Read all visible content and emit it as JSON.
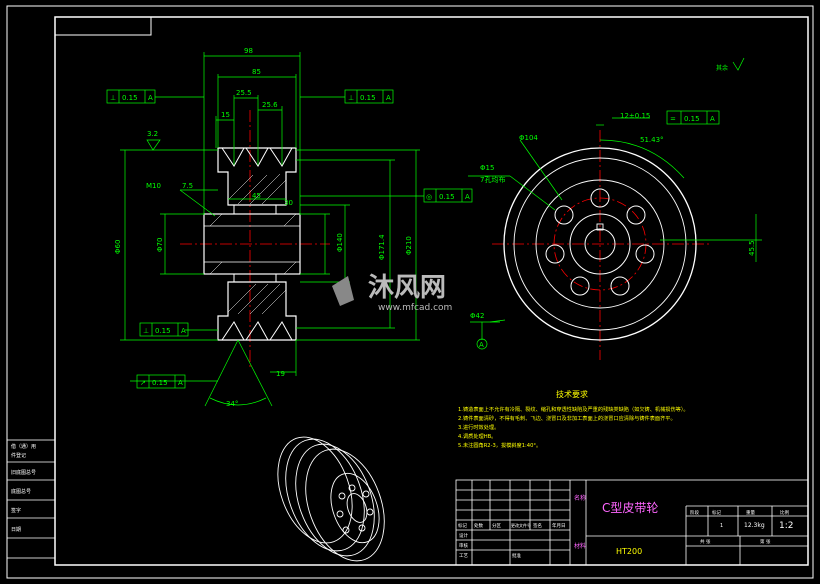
{
  "colors": {
    "background": "#000000",
    "frame": "#ffffff",
    "dimension": "#00ff00",
    "outline": "#ffffff",
    "centerline": "#ff0000",
    "title": "#ff66ff",
    "notes": "#ffff00"
  },
  "dimensions": {
    "d98": "98",
    "d85": "85",
    "d25_5": "25.5",
    "d15": "15",
    "d25_6": "25.6",
    "d7_5": "7.5",
    "d45": "45",
    "d30": "30",
    "d19": "19",
    "m10": "M10",
    "phi60": "Φ60",
    "phi70": "Φ70",
    "phi140": "Φ140",
    "phi171": "Φ171.4",
    "phi210": "Φ210",
    "phi104": "Φ104",
    "phi42": "Φ42",
    "phi15": "Φ15",
    "angle34": "34°",
    "angle51": "51.43°",
    "holes": "7孔均布",
    "d45_5": "45.5",
    "sym": "12±0.15",
    "rough3_2": "3.2",
    "rough_other": "其余"
  },
  "tolerances": {
    "t1": [
      "⊥",
      "0.15",
      "A"
    ],
    "t2": [
      "⊥",
      "0.15",
      "A"
    ],
    "t3": [
      "◎",
      "0.15",
      "A"
    ],
    "t4": [
      "⊥",
      "0.15",
      "A"
    ],
    "t5": [
      "↗",
      "0.15",
      "A"
    ],
    "t6": [
      "=",
      "0.15",
      "A"
    ],
    "datum": "A"
  },
  "notes": {
    "title": "技术要求",
    "lines": [
      "1.铸造表面上不允许有冷隔、裂纹、缩孔和穿透性缺陷及严重的残缺类缺陷（如欠铸、机械损伤等）。",
      "2.铸件表面清砂，不得有毛刺、飞边、浇冒口及非加工表面上的浇冒口应清除与铸件表面齐平。",
      "3.进行时效处理。",
      "4.调质处理HB。",
      "5.未注圆角R2-3，拔模斜度1:40°。"
    ]
  },
  "watermark": {
    "brand": "沐风网",
    "url": "www.mfcad.com"
  },
  "title_block": {
    "part_name": "C型皮带轮",
    "material": "HT200",
    "label_name": "名称",
    "label_material": "材料",
    "mass": "12.3kg",
    "scale": "1:2",
    "qty": "1",
    "h_stage": "阶段",
    "h_mark": "标记",
    "h_weight": "重量",
    "h_scale": "比例",
    "h_sheets": "共 张",
    "h_sheet": "第 张",
    "rows": [
      "标记",
      "处数",
      "分区",
      "更改文件号",
      "签名",
      "年月日"
    ],
    "side": [
      "设计",
      "审核",
      "工艺",
      "批准"
    ]
  },
  "side_table": {
    "rows": [
      "借（通）用",
      "件登记",
      "旧底图总号",
      "底图总号",
      "签字",
      "日期"
    ]
  }
}
